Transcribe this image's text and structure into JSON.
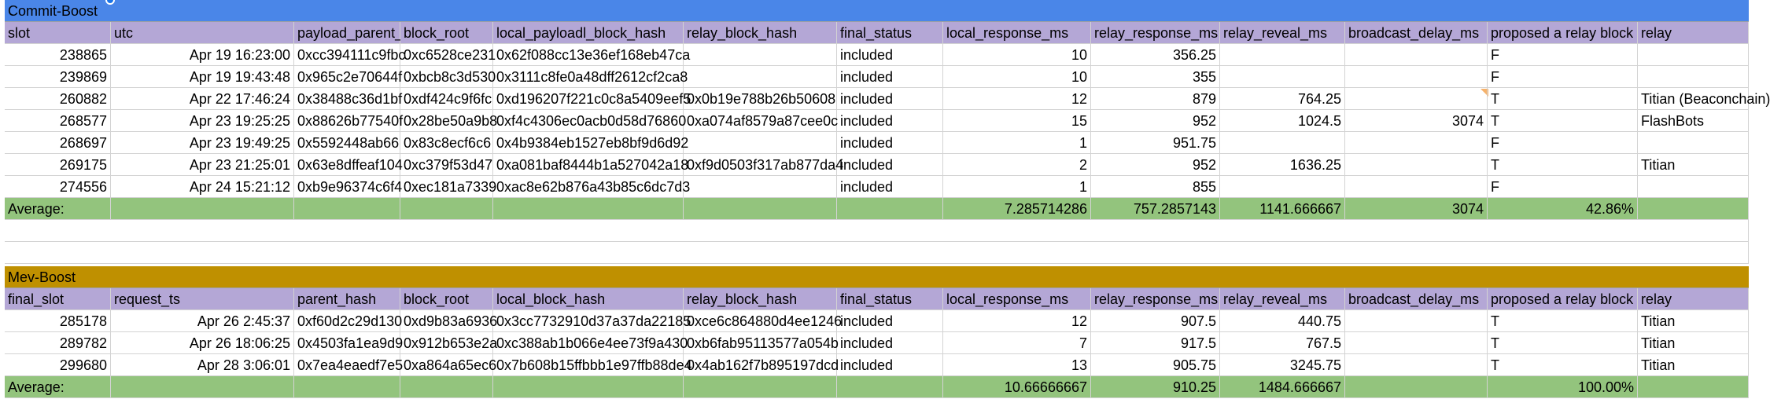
{
  "colors": {
    "commit_band": "#4a86e8",
    "mev_band": "#bf9000",
    "header_row": "#b4a7d6",
    "average_row": "#93c47d",
    "gridline": "#d3d3d3",
    "note_marker": "#f6b26b",
    "selection": "#1a73e8"
  },
  "commit_boost": {
    "title": "Commit-Boost",
    "headers": [
      "slot",
      "utc",
      "payload_parent_",
      "block_root",
      "local_payloadl_block_hash",
      "relay_block_hash",
      "final_status",
      "local_response_ms",
      "relay_response_ms",
      "relay_reveal_ms",
      "broadcast_delay_ms",
      "proposed a relay block",
      "relay"
    ],
    "rows": [
      [
        "238865",
        "Apr 19 16:23:00",
        "0xcc394111c9fbc",
        "0xc6528ce231",
        "0x62f088cc13e36ef168eb47ca",
        "",
        "included",
        "10",
        "356.25",
        "",
        "",
        "F",
        ""
      ],
      [
        "239869",
        "Apr 19 19:43:48",
        "0x965c2e70644f",
        "0xbcb8c3d530",
        "0x3111c8fe0a48dff2612cf2ca8",
        "",
        "included",
        "10",
        "355",
        "",
        "",
        "F",
        ""
      ],
      [
        "260882",
        "Apr 22 17:46:24",
        "0x38488c36d1bf",
        "0xdf424c9f6fc",
        "0xd196207f221c0c8a5409eef5",
        "0x0b19e788b26b50608",
        "included",
        "12",
        "879",
        "764.25",
        "",
        "T",
        "Titian (Beaconchain)"
      ],
      [
        "268577",
        "Apr 23 19:25:25",
        "0x88626b77540f",
        "0x28be50a9b8",
        "0xf4c4306ec0acb0d58d76860",
        "0xa074af8579a87cee0c",
        "included",
        "15",
        "952",
        "1024.5",
        "3074",
        "T",
        "FlashBots"
      ],
      [
        "268697",
        "Apr 23 19:49:25",
        "0x5592448ab66",
        "0x83c8ecf6c6",
        "0x4b9384eb1527eb8bf9d6d92",
        "",
        "included",
        "1",
        "951.75",
        "",
        "",
        "F",
        ""
      ],
      [
        "269175",
        "Apr 23 21:25:01",
        "0x63e8dffeaf104",
        "0xc379f53d47",
        "0xa081baf8444b1a527042a18",
        "0xf9d0503f317ab877da4",
        "included",
        "2",
        "952",
        "1636.25",
        "",
        "T",
        "Titian"
      ],
      [
        "274556",
        "Apr 24 15:21:12",
        "0xb9e96374c6f4",
        "0xec181a7339",
        "0xac8e62b876a43b85c6dc7d3",
        "",
        "included",
        "1",
        "855",
        "",
        "",
        "F",
        ""
      ]
    ],
    "average": {
      "label": "Average:",
      "local_response_ms": "7.285714286",
      "relay_response_ms": "757.2857143",
      "relay_reveal_ms": "1141.666667",
      "broadcast_delay_ms": "3074",
      "proposed_relay_block": "42.86%"
    }
  },
  "mev_boost": {
    "title": "Mev-Boost",
    "headers": [
      "final_slot",
      "request_ts",
      "parent_hash",
      "block_root",
      "local_block_hash",
      "relay_block_hash",
      "final_status",
      "local_response_ms",
      "relay_response_ms",
      "relay_reveal_ms",
      "broadcast_delay_ms",
      "proposed a relay block",
      "relay"
    ],
    "rows": [
      [
        "285178",
        "Apr 26 2:45:37",
        "0xf60d2c29d130",
        "0xd9b83a6936",
        "0x3cc7732910d37a37da22185",
        "0xce6c864880d4ee1246",
        "included",
        "12",
        "907.5",
        "440.75",
        "",
        "T",
        "Titian"
      ],
      [
        "289782",
        "Apr 26 18:06:25",
        "0x4503fa1ea9d9",
        "0x912b653e2a",
        "0xc388ab1b066e4ee73f9a430",
        "0xb6fab95113577a054b",
        "included",
        "7",
        "917.5",
        "767.5",
        "",
        "T",
        "Titian"
      ],
      [
        "299680",
        "Apr 28 3:06:01",
        "0x7ea4eaedf7e5",
        "0xa864a65ec6",
        "0x7b608b15ffbbb1e97ffb88de4",
        "0x4ab162f7b895197dcd",
        "included",
        "13",
        "905.75",
        "3245.75",
        "",
        "T",
        "Titian"
      ]
    ],
    "average": {
      "label": "Average:",
      "local_response_ms": "10.66666667",
      "relay_response_ms": "910.25",
      "relay_reveal_ms": "1484.666667",
      "broadcast_delay_ms": "",
      "proposed_relay_block": "100.00%"
    }
  }
}
